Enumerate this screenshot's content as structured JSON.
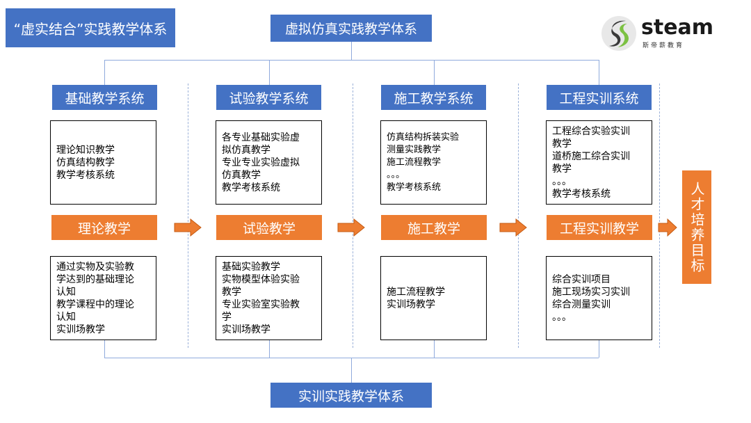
{
  "top_left_title": "“虚实结合”实践教学体系",
  "top_center_title": "虚拟仿真实践教学体系",
  "bottom_title": "实训实践教学体系",
  "logo": {
    "brand": "steam",
    "subtitle": "斯帝薪教育"
  },
  "columns": [
    {
      "system": "基础教学系统",
      "virtual_items": [
        "理论知识教学",
        "仿真结构教学",
        "教学考核系统"
      ],
      "core": "理论教学",
      "practice_items": [
        "通过实物及实验教",
        "学达到的基础理论",
        "认知",
        "教学课程中的理论",
        "认知",
        "实训场教学"
      ]
    },
    {
      "system": "试验教学系统",
      "virtual_items": [
        "各专业基础实验虚",
        "拟仿真教学",
        "专业专业实验虚拟",
        "仿真教学",
        "教学考核系统"
      ],
      "core": "试验教学",
      "practice_items": [
        "基础实验教学",
        "实物模型体验实验",
        "教学",
        "专业实验室实验教",
        "学",
        "实训场教学"
      ]
    },
    {
      "system": "施工教学系统",
      "virtual_items": [
        "仿真结构拆装实验",
        "测量实践教学",
        "施工流程教学",
        "。。。",
        "教学考核系统"
      ],
      "core": "施工教学",
      "practice_items": [
        "施工流程教学",
        "实训场教学"
      ]
    },
    {
      "system": "工程实训系统",
      "virtual_items": [
        "工程综合实验实训",
        "教学",
        "道桥施工综合实训",
        "教学",
        "。。。",
        "教学考核系统"
      ],
      "core": "工程实训教学",
      "practice_items": [
        "综合实训项目",
        "施工现场实习实训",
        "综合测量实训",
        "。。。"
      ]
    }
  ],
  "target": "人才培养目标",
  "colors": {
    "blue": "#4472c4",
    "orange": "#ed7d31",
    "connector": "#8faadc"
  }
}
